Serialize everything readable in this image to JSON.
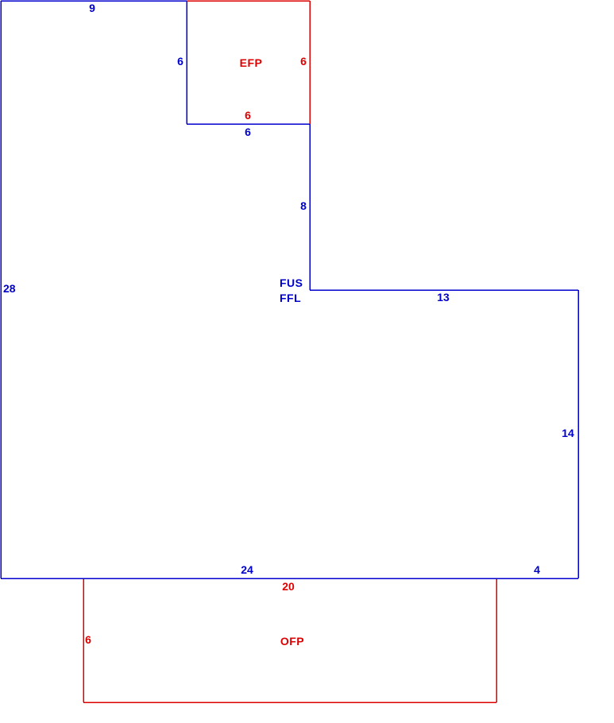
{
  "colors": {
    "living": "#0000cc",
    "porch": "#dd0000",
    "background": "#ffffff"
  },
  "areas": {
    "living": {
      "codes": [
        "FUS",
        "FFL"
      ],
      "dimensions": {
        "top": "9",
        "left": "28",
        "notch_left": "6",
        "notch_bottom": "6",
        "inner_vertical": "8",
        "wing_top": "13",
        "right": "14",
        "bottom_main": "24",
        "bottom_right": "4"
      }
    },
    "efp": {
      "code": "EFP",
      "dimensions": {
        "right": "6",
        "bottom": "6"
      }
    },
    "ofp": {
      "code": "OFP",
      "dimensions": {
        "top": "20",
        "left": "6"
      }
    }
  }
}
